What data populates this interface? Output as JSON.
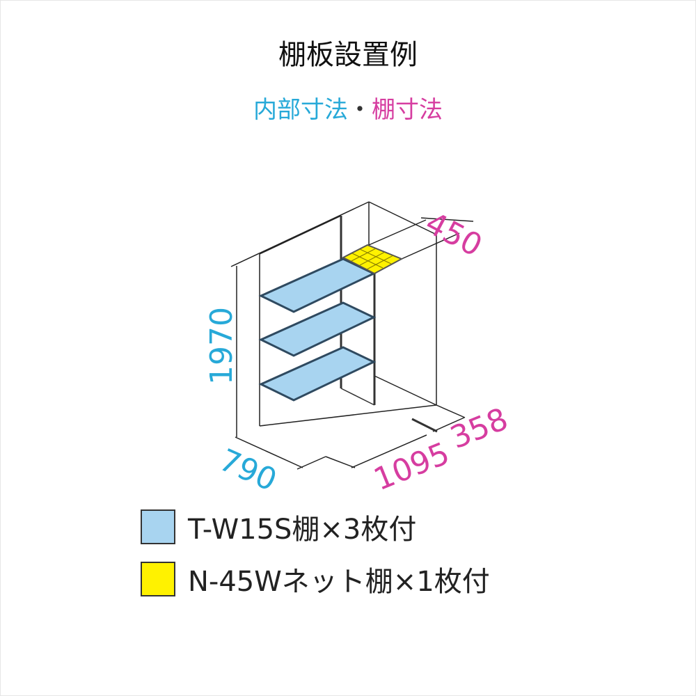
{
  "title": "棚板設置例",
  "subtitle": {
    "inner": "内部寸法",
    "separator": "・",
    "shelf": "棚寸法"
  },
  "dimensions": {
    "height": "1970",
    "depth": "790",
    "width": "1095",
    "net_depth": "450",
    "net_width": "358"
  },
  "legend": [
    {
      "label": "T-W15S棚×3枚付",
      "color": "#a8d4f0"
    },
    {
      "label": "N-45Wネット棚×1枚付",
      "color": "#fff200"
    }
  ],
  "colors": {
    "inner_dim": "#27a9d8",
    "shelf_dim": "#d63da0"
  }
}
